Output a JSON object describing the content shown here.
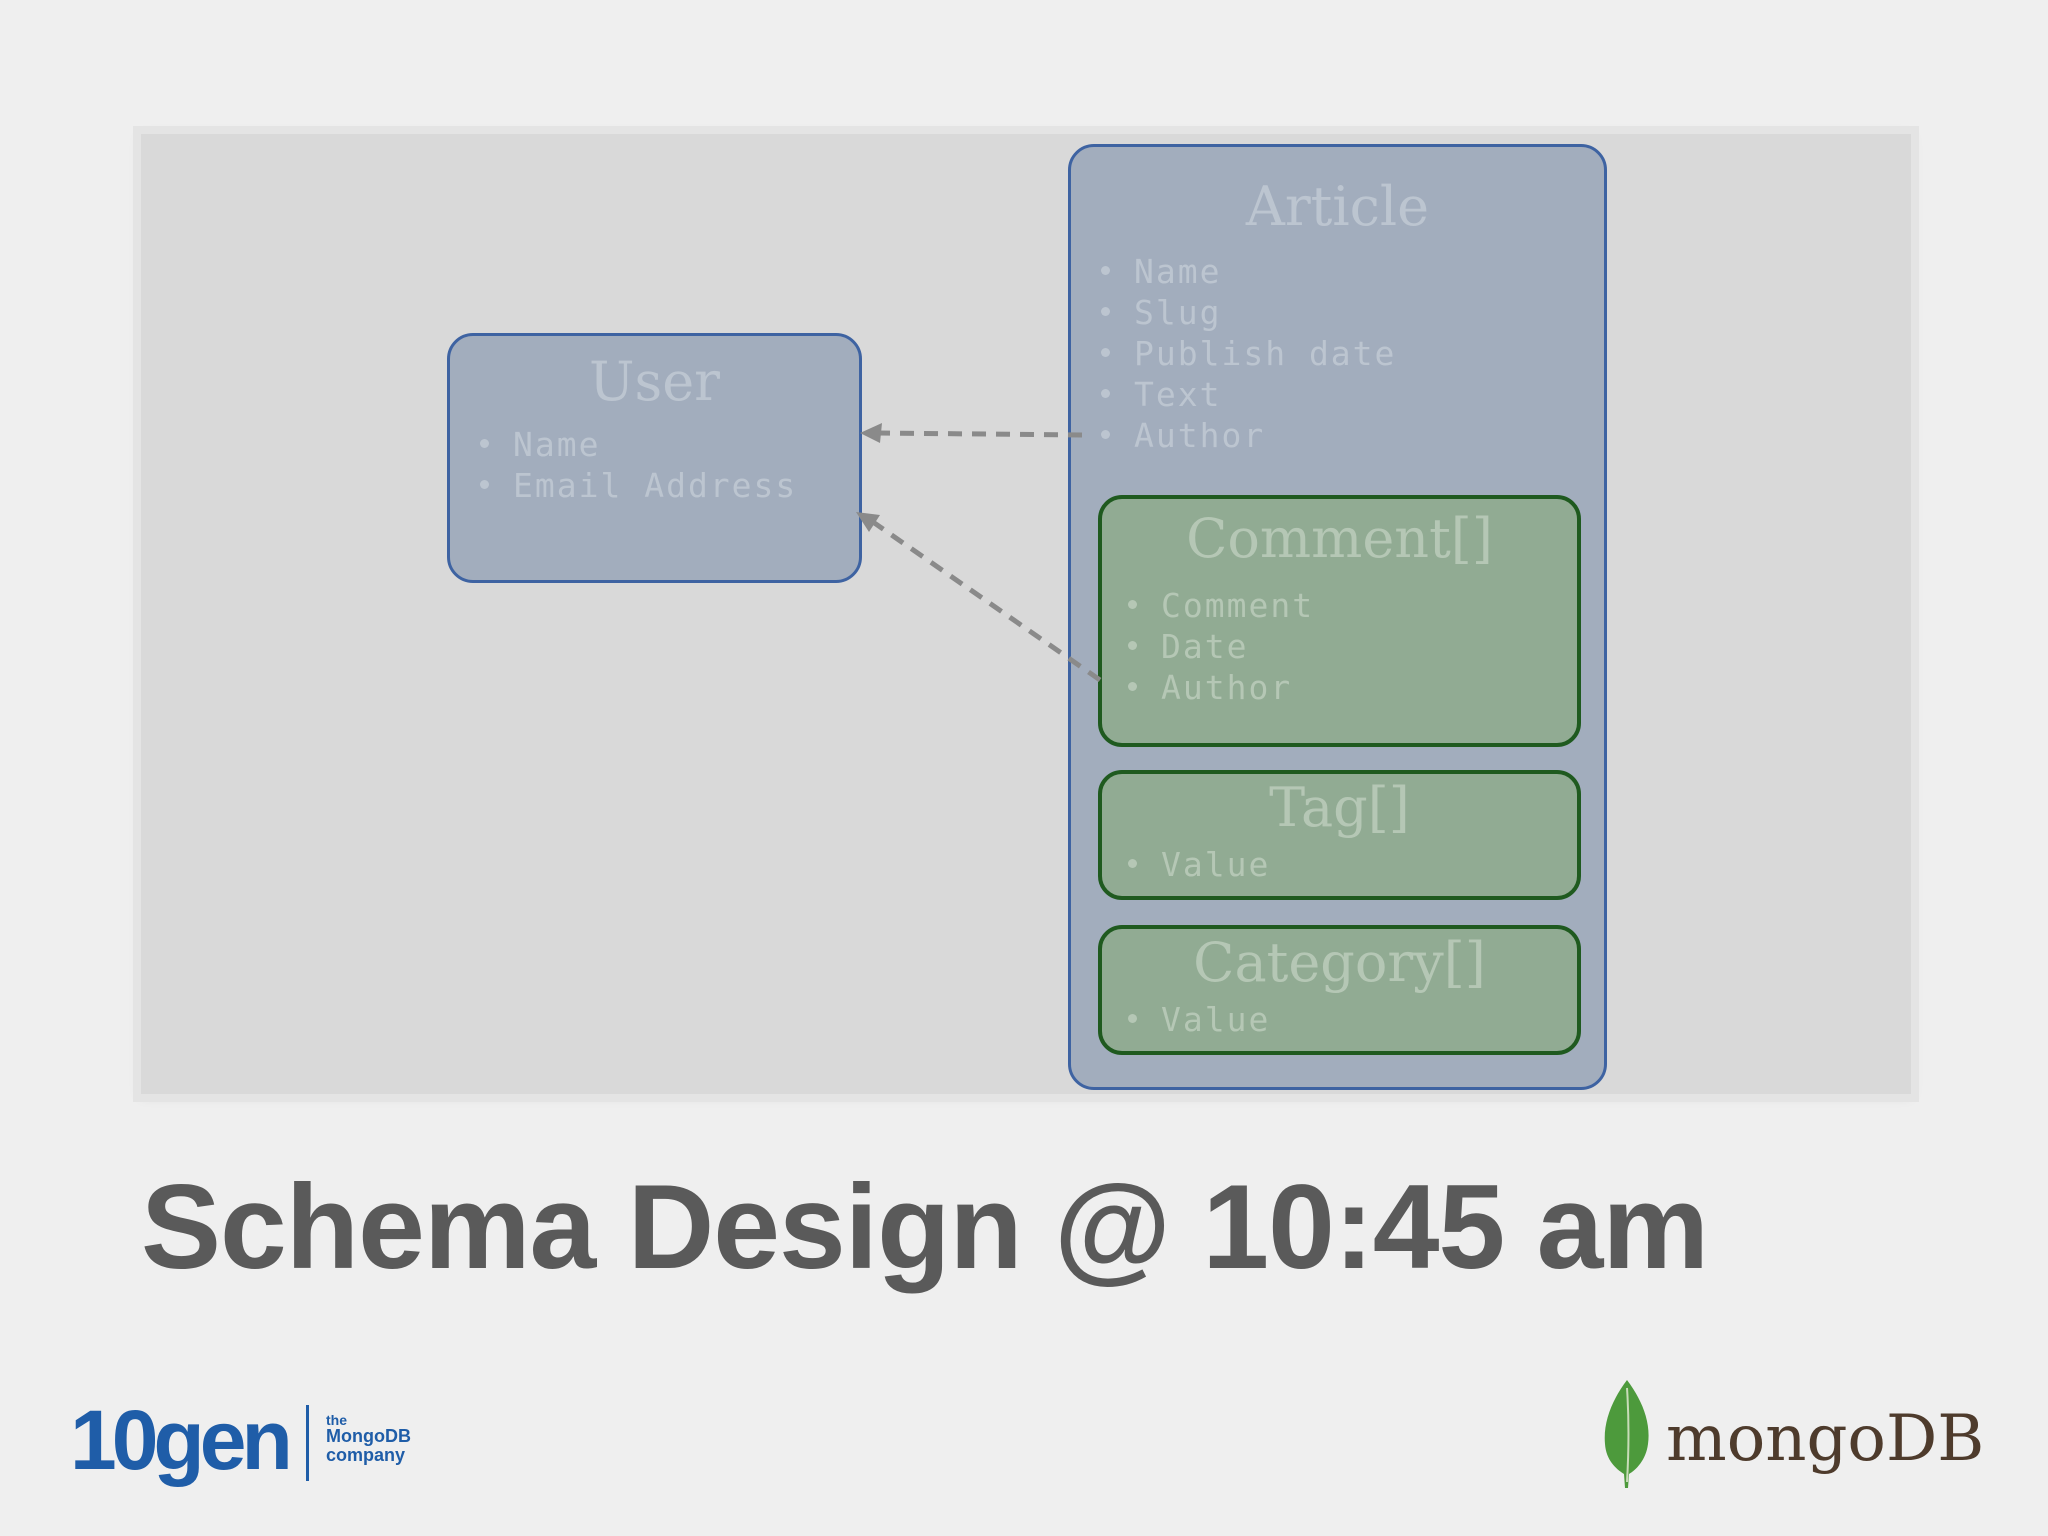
{
  "diagram": {
    "user": {
      "title": "User",
      "fields": [
        "Name",
        "Email Address"
      ]
    },
    "article": {
      "title": "Article",
      "fields": [
        "Name",
        "Slug",
        "Publish date",
        "Text",
        "Author"
      ]
    },
    "comment": {
      "title": "Comment[]",
      "fields": [
        "Comment",
        "Date",
        "Author"
      ]
    },
    "tag": {
      "title": "Tag[]",
      "fields": [
        "Value"
      ]
    },
    "category": {
      "title": "Category[]",
      "fields": [
        "Value"
      ]
    }
  },
  "headline": "Schema Design @ 10:45 am",
  "logos": {
    "left_wordmark": "10gen",
    "left_tagline": [
      "the",
      "MongoDB",
      "company"
    ],
    "right_wordmark": "mongoDB"
  },
  "colors": {
    "entity_fill": "#a2adbd",
    "entity_border": "#3e63a2",
    "embedded_fill": "#91ab93",
    "embedded_border": "#1f5a1f",
    "headline": "#5a5a5a",
    "brand_10gen": "#1f5da8",
    "leaf_green": "#4d9a3c"
  }
}
